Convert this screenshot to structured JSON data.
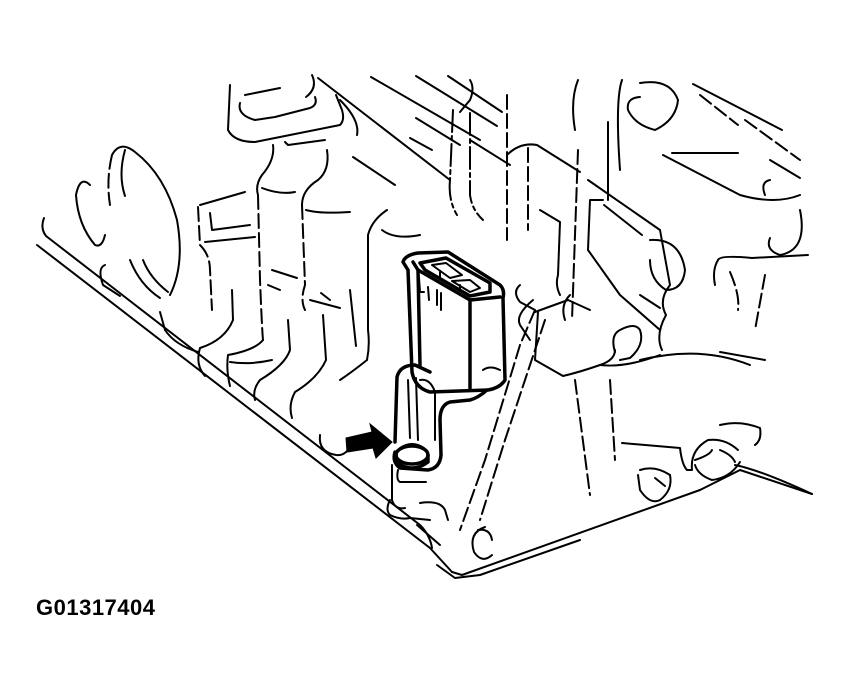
{
  "figure": {
    "id_label": "G01317404",
    "background_color": "#ffffff",
    "line_color": "#000000",
    "subject": "engine-component-line-drawing",
    "callouts": [
      {
        "type": "arrow",
        "points_to": "bracket-mounting-bolt"
      }
    ],
    "components": [
      "intake-manifold-base-plate",
      "intake-runners",
      "electrical-connector",
      "connector-bracket",
      "mounting-bolt",
      "throttle-body-housing"
    ]
  }
}
